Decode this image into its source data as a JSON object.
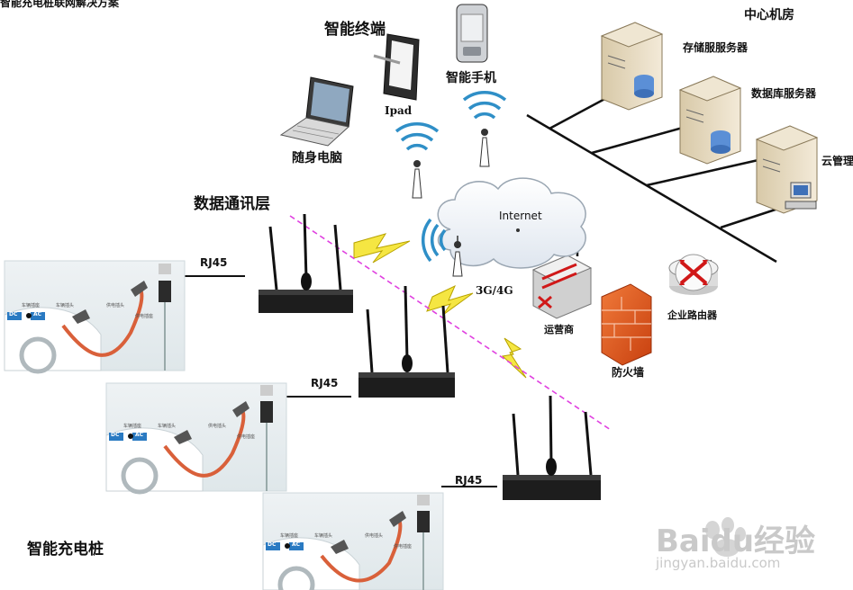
{
  "page": {
    "top_title": "智能充电桩联网解决方案"
  },
  "labels": {
    "smart_terminal": "智能终端",
    "smart_phone": "智能手机",
    "ipad": "Ipad",
    "laptop": "随身电脑",
    "data_layer": "数据通讯层",
    "internet": "Internet",
    "network_3g4g": "3G/4G",
    "carrier": "运营商",
    "firewall": "防火墙",
    "enterprise_router": "企业路由器",
    "data_center": "中心机房",
    "storage_server": "存储服服务器",
    "database_server": "数据库服务器",
    "cloud_server": "云管理",
    "rj45_a": "RJ45",
    "rj45_b": "RJ45",
    "rj45_c": "RJ45",
    "smart_charger": "智能充电桩"
  },
  "charger_panel": {
    "tag_dc": "DC",
    "tag_ac": "AC",
    "label_vehicle": "车辆插座",
    "label_plug": "车辆插头",
    "label_charge_plug": "供电插头",
    "label_charge_socket": "供电插座"
  },
  "watermark": {
    "brand": "Baidu经验",
    "url": "jingyan.baidu.com"
  },
  "colors": {
    "accent": "#e8a400",
    "signal": "#2f8fc7",
    "dashed_line": "#e040e0",
    "firewall": "#e85a1a"
  }
}
